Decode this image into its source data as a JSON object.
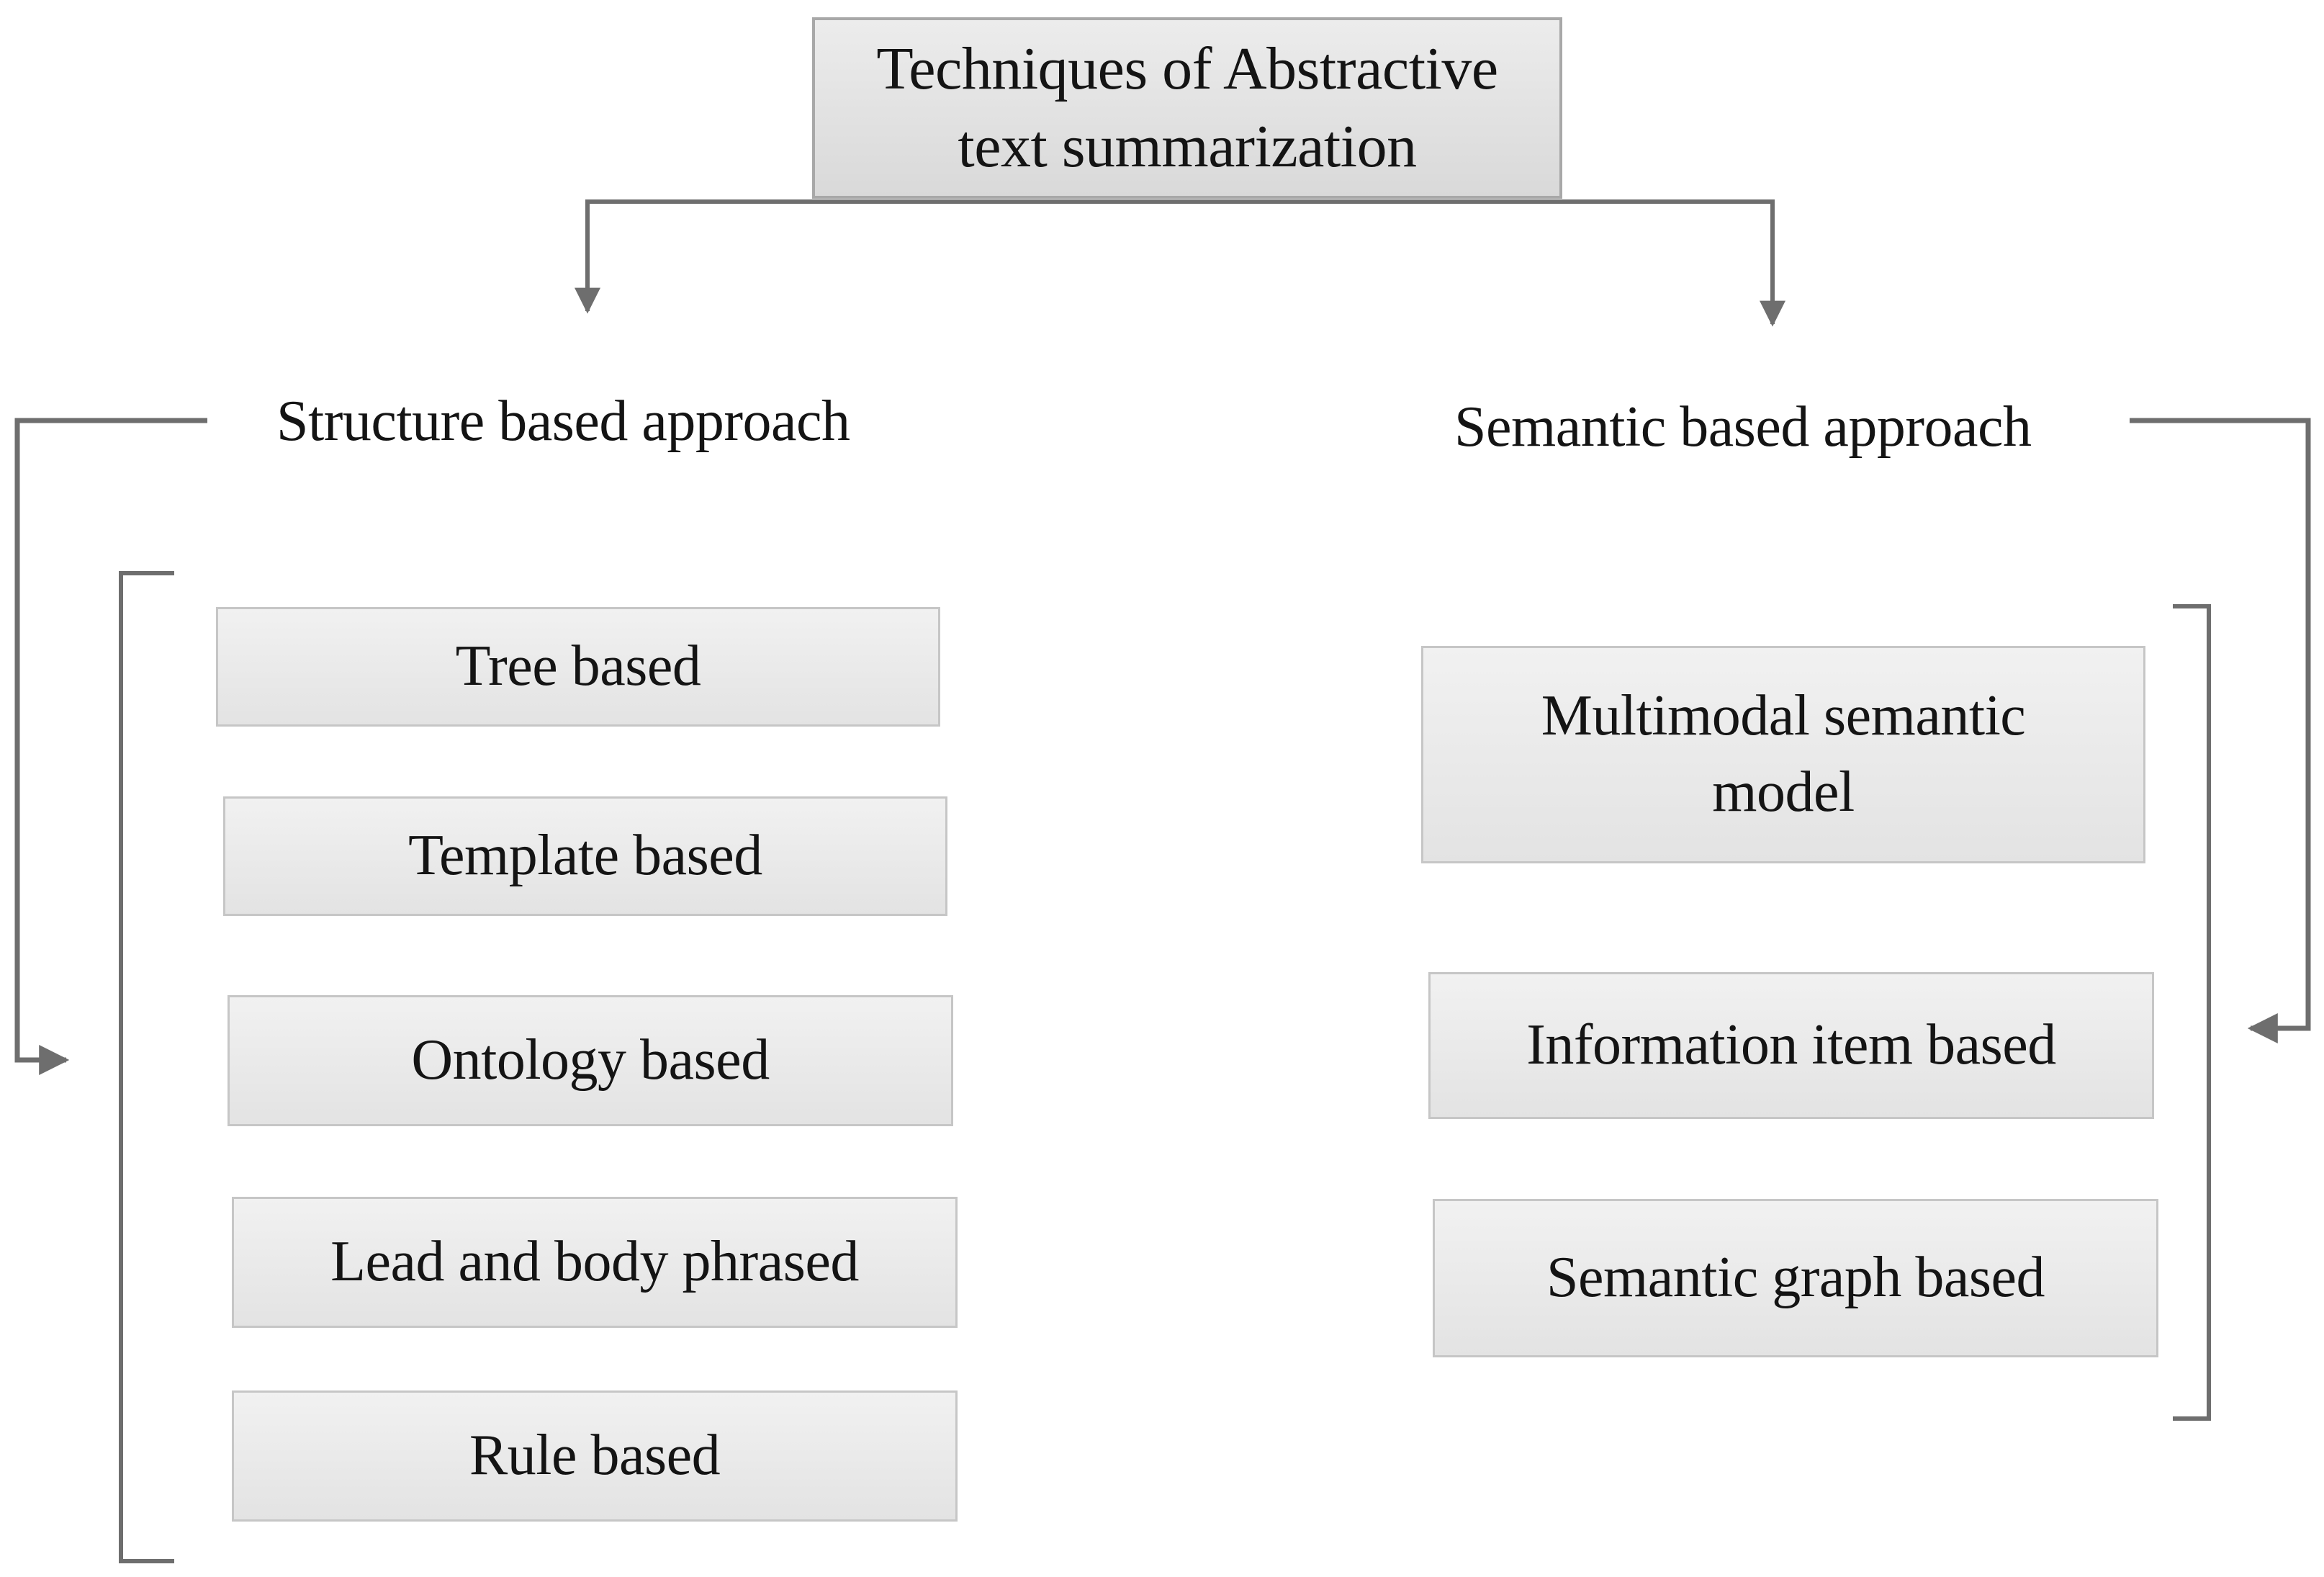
{
  "root": {
    "label_line1": "Techniques of Abstractive",
    "label_line2": "text summarization"
  },
  "structure_approach": {
    "label": "Structure based approach",
    "items": [
      "Tree based",
      "Template based",
      "Ontology based",
      "Lead and body phrased",
      "Rule based"
    ]
  },
  "semantic_approach": {
    "label": "Semantic based approach",
    "items": [
      {
        "line1": "Multimodal semantic",
        "line2": "model"
      },
      "Information item based",
      "Semantic graph based"
    ]
  },
  "colors": {
    "line": "#6e6e6e",
    "box_fill": "#e8e8e8",
    "box_border": "#c6c6c6",
    "root_fill": "#dedede",
    "text": "#141414"
  }
}
